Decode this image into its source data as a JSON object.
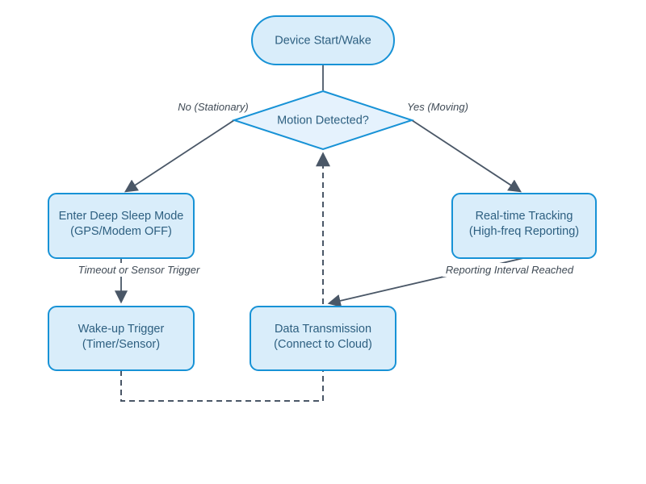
{
  "diagram": {
    "title": "Device motion tracking flowchart",
    "colors": {
      "node_fill": "#d9edfa",
      "diamond_fill": "#e5f2fd",
      "node_border": "#1792d6",
      "edge_stroke": "#4a5767",
      "node_text": "#2d5f80",
      "edge_label_text": "#3f4a55",
      "background": "#ffffff"
    },
    "nodes": {
      "start": {
        "label": "Device Start/Wake",
        "shape": "stadium"
      },
      "decision": {
        "label": "Motion Detected?",
        "shape": "diamond"
      },
      "sleep": {
        "line1": "Enter Deep Sleep Mode",
        "line2": "(GPS/Modem OFF)",
        "shape": "rounded-rect"
      },
      "tracking": {
        "line1": "Real-time Tracking",
        "line2": "(High-freq Reporting)",
        "shape": "rounded-rect"
      },
      "wakeup": {
        "line1": "Wake-up Trigger",
        "line2": "(Timer/Sensor)",
        "shape": "rounded-rect"
      },
      "transmission": {
        "line1": "Data Transmission",
        "line2": "(Connect to Cloud)",
        "shape": "rounded-rect"
      }
    },
    "edge_labels": {
      "no": "No (Stationary)",
      "yes": "Yes (Moving)",
      "timeout": "Timeout or Sensor Trigger",
      "reporting": "Reporting Interval Reached"
    },
    "edges": [
      {
        "from": "start",
        "to": "decision",
        "style": "solid",
        "label": ""
      },
      {
        "from": "decision",
        "to": "sleep",
        "style": "solid",
        "label": "No (Stationary)"
      },
      {
        "from": "decision",
        "to": "tracking",
        "style": "solid",
        "label": "Yes (Moving)"
      },
      {
        "from": "sleep",
        "to": "wakeup",
        "style": "solid",
        "label": "Timeout or Sensor Trigger"
      },
      {
        "from": "tracking",
        "to": "transmission",
        "style": "solid",
        "label": "Reporting Interval Reached"
      },
      {
        "from": "wakeup",
        "to": "decision",
        "style": "dashed",
        "label": ""
      }
    ]
  }
}
